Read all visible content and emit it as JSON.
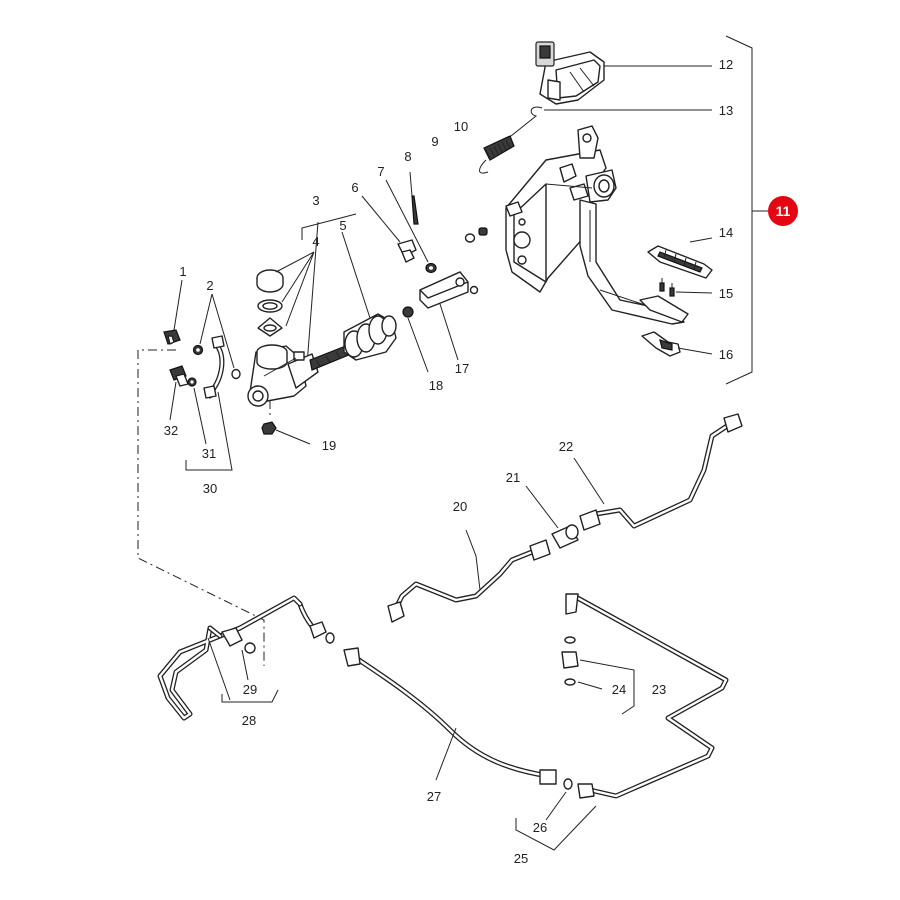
{
  "callouts": [
    {
      "id": "1",
      "label": "1"
    },
    {
      "id": "2",
      "label": "2"
    },
    {
      "id": "3",
      "label": "3"
    },
    {
      "id": "4",
      "label": "4"
    },
    {
      "id": "5",
      "label": "5"
    },
    {
      "id": "6",
      "label": "6"
    },
    {
      "id": "7",
      "label": "7"
    },
    {
      "id": "8",
      "label": "8"
    },
    {
      "id": "9",
      "label": "9"
    },
    {
      "id": "10",
      "label": "10"
    },
    {
      "id": "12",
      "label": "12"
    },
    {
      "id": "13",
      "label": "13"
    },
    {
      "id": "14",
      "label": "14"
    },
    {
      "id": "15",
      "label": "15"
    },
    {
      "id": "16",
      "label": "16"
    },
    {
      "id": "17",
      "label": "17"
    },
    {
      "id": "18",
      "label": "18"
    },
    {
      "id": "19",
      "label": "19"
    },
    {
      "id": "20",
      "label": "20"
    },
    {
      "id": "21",
      "label": "21"
    },
    {
      "id": "22",
      "label": "22"
    },
    {
      "id": "23",
      "label": "23"
    },
    {
      "id": "24",
      "label": "24"
    },
    {
      "id": "25",
      "label": "25"
    },
    {
      "id": "26",
      "label": "26"
    },
    {
      "id": "27",
      "label": "27"
    },
    {
      "id": "28",
      "label": "28"
    },
    {
      "id": "29",
      "label": "29"
    },
    {
      "id": "30",
      "label": "30"
    },
    {
      "id": "31",
      "label": "31"
    },
    {
      "id": "32",
      "label": "32"
    }
  ],
  "highlight": {
    "label": "11",
    "color": "#e30613"
  },
  "colors": {
    "line": "#222222",
    "background": "#ffffff",
    "badge": "#e30613"
  }
}
